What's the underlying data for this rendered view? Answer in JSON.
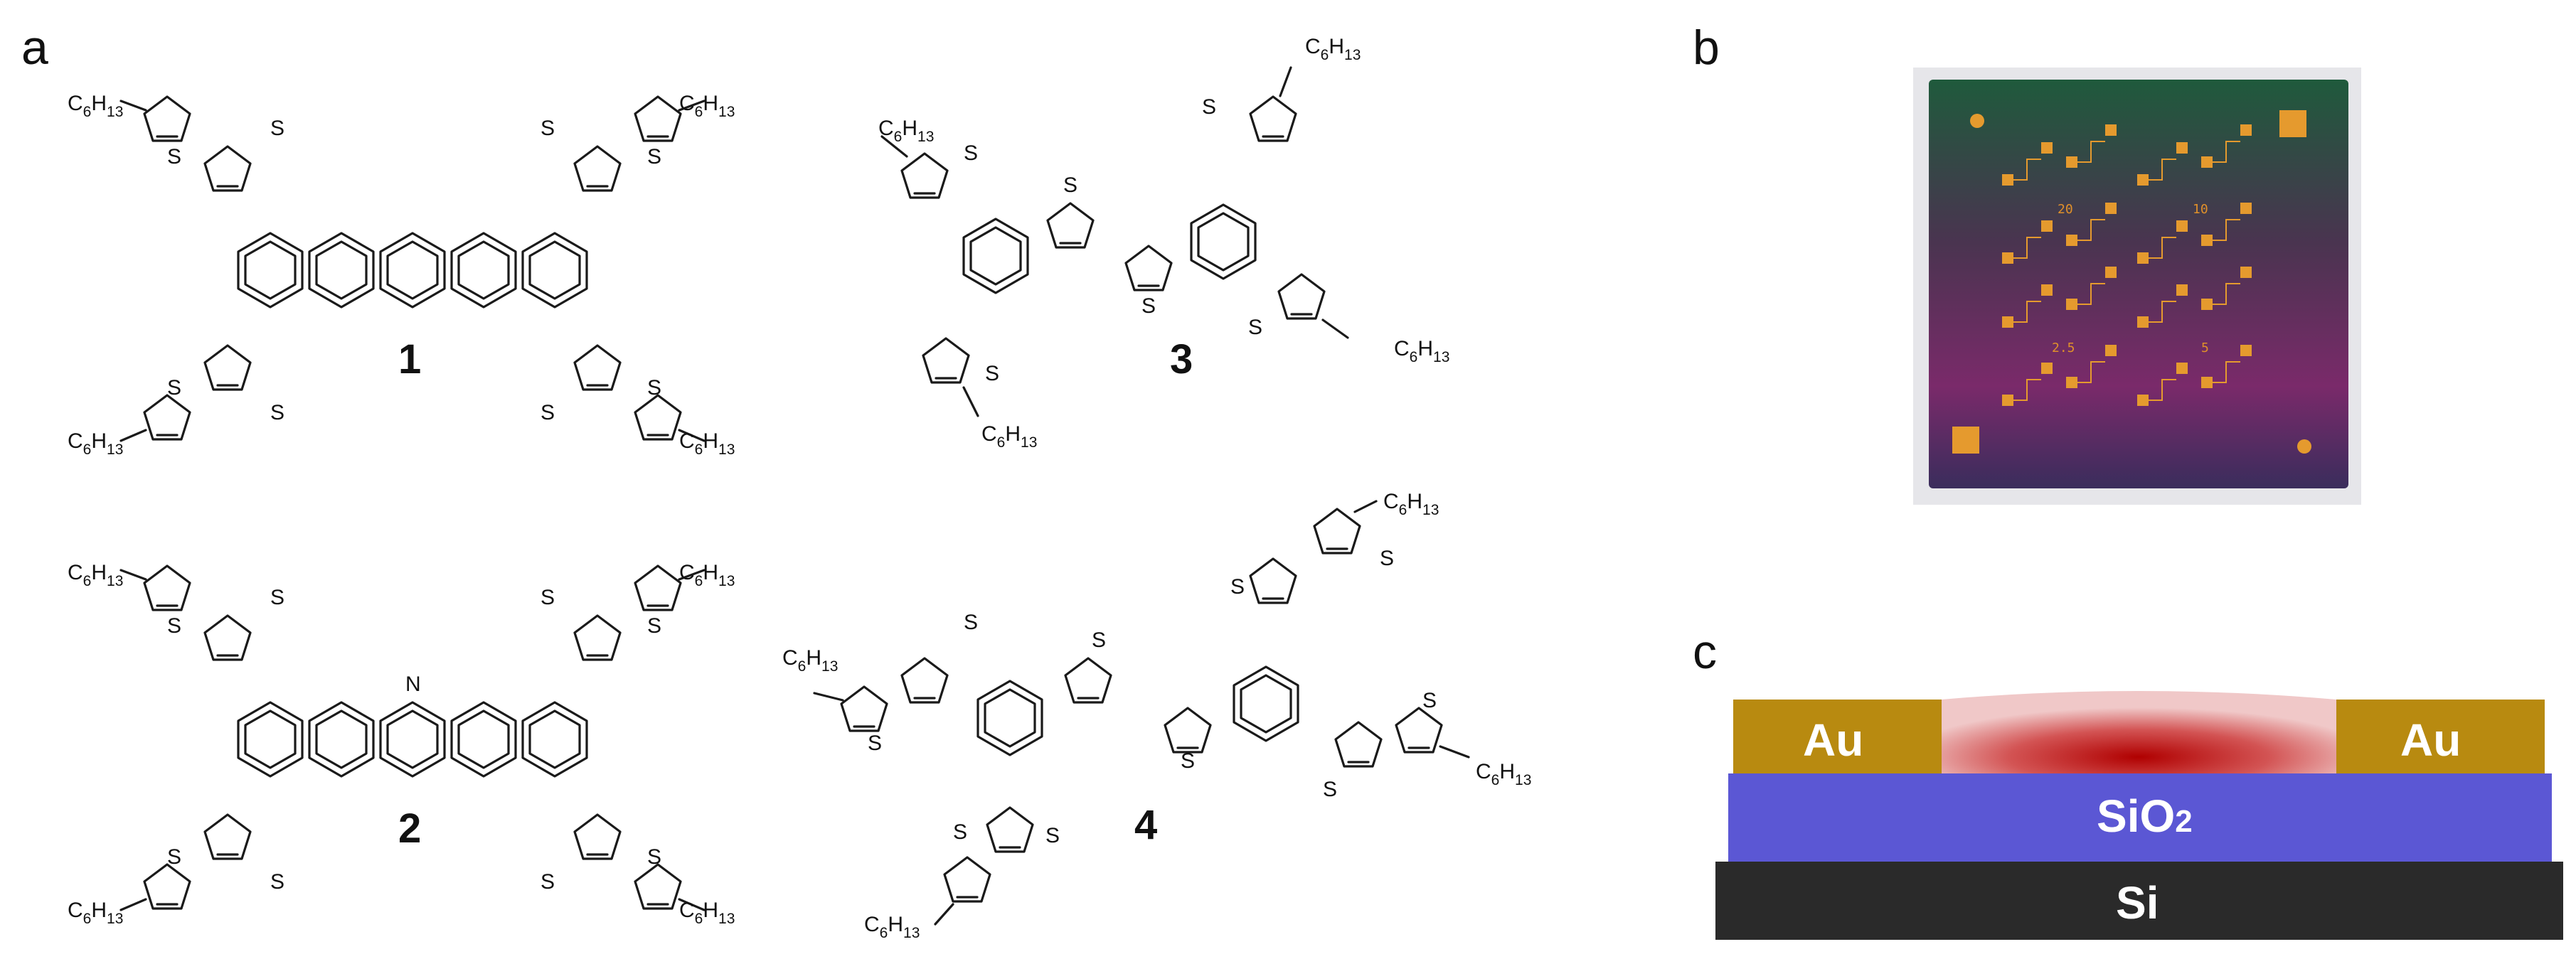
{
  "panels": {
    "a": "a",
    "b": "b",
    "c": "c"
  },
  "substituent": {
    "C": "C",
    "sub6": "6",
    "H": "H",
    "sub13": "13"
  },
  "heteroatoms": {
    "sulfur": "S",
    "nitrogen": "N"
  },
  "compounds": [
    "1",
    "2",
    "3",
    "4"
  ],
  "chip": {
    "labels": [
      "20",
      "10",
      "2.5",
      "5"
    ]
  },
  "device": {
    "electrode_left": "Au",
    "electrode_right": "Au",
    "dielectric_main": "SiO",
    "dielectric_sub": "2",
    "substrate": "Si"
  },
  "colors": {
    "gold": "#b88a10",
    "oxide": "#5b57d4",
    "silicon": "#2a2a2a",
    "channel": "#c01818",
    "chip_pad": "#e59a2e"
  }
}
